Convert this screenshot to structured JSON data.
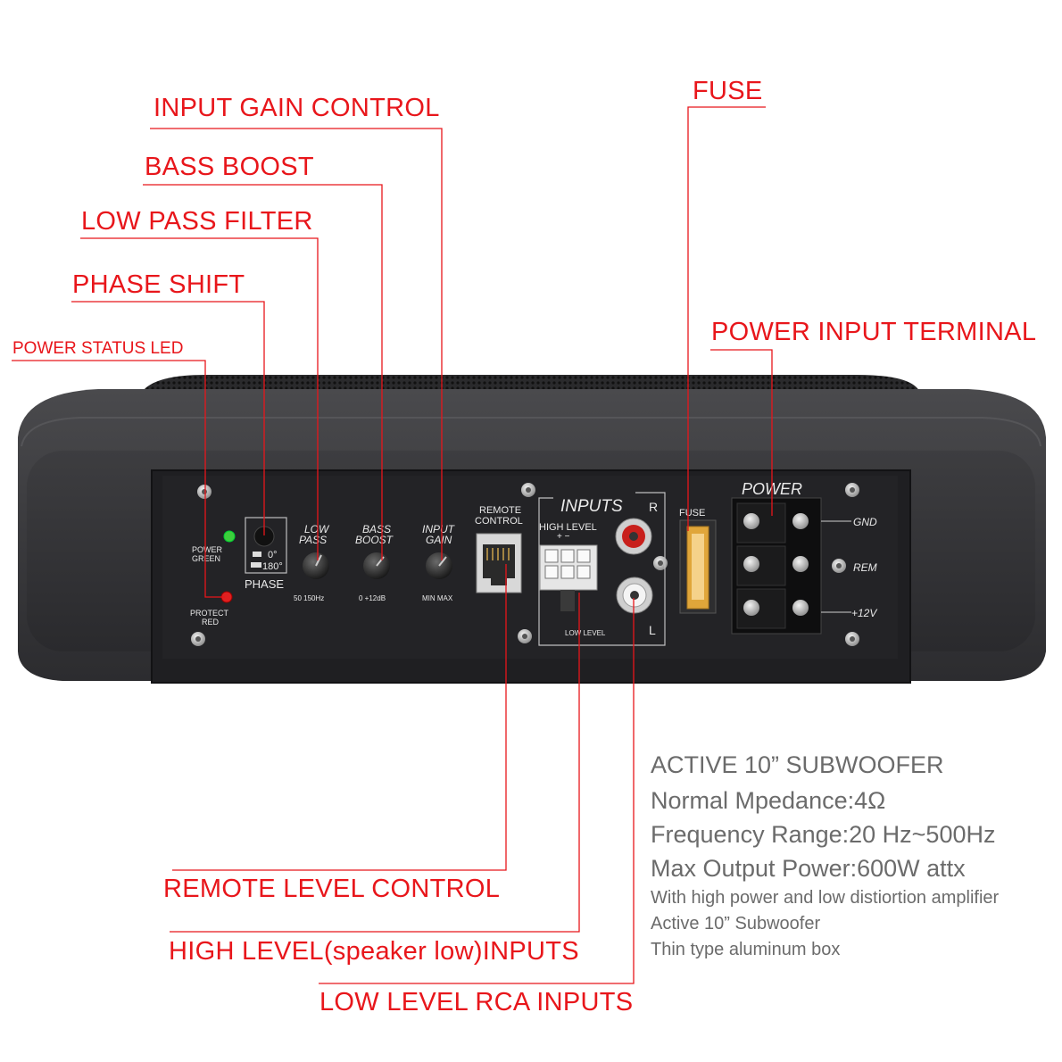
{
  "callouts": {
    "input_gain_control": "INPUT GAIN CONTROL",
    "bass_boost": "BASS BOOST",
    "low_pass_filter": "LOW PASS FILTER",
    "phase_shift": "PHASE SHIFT",
    "power_status_led": "POWER STATUS LED",
    "fuse": "FUSE",
    "power_input_terminal": "POWER INPUT TERMINAL",
    "remote_level_control": "REMOTE LEVEL CONTROL",
    "high_level_inputs": "HIGH LEVEL(speaker low)INPUTS",
    "low_level_rca_inputs": "LOW LEVEL RCA INPUTS"
  },
  "specs": {
    "title": "ACTIVE 10” SUBWOOFER",
    "impedance": "Normal Mpedance:4Ω",
    "frequency": "Frequency Range:20 Hz~500Hz",
    "max_power": "Max Output Power:600W attx",
    "feature_1": "With high power and low distiortion amplifier",
    "feature_2": "Active 10” Subwoofer",
    "feature_3": "Thin type aluminum box"
  },
  "panel": {
    "power_green_1": "POWER",
    "power_green_2": "GREEN",
    "protect_red_1": "PROTECT",
    "protect_red_2": "RED",
    "phase_0": "0°",
    "phase_180": "180°",
    "phase": "PHASE",
    "low_pass_1": "LOW",
    "low_pass_2": "PASS",
    "low_pass_range": "50   150Hz",
    "bass_boost_1": "BASS",
    "bass_boost_2": "BOOST",
    "bass_boost_range": "0   +12dB",
    "input_gain_1": "INPUT",
    "input_gain_2": "GAIN",
    "input_gain_range": "MIN  MAX",
    "remote_1": "REMOTE",
    "remote_2": "CONTROL",
    "inputs": "INPUTS",
    "high_level": "HIGH  LEVEL",
    "plus_minus": "+     −",
    "low_level": "LOW   LEVEL",
    "r": "R",
    "l": "L",
    "fuse": "FUSE",
    "power": "POWER",
    "gnd": "GND",
    "rem": "REM",
    "plus12v": "+12V"
  },
  "colors": {
    "callout_red": "#e8161b",
    "spec_gray": "#6b6b6b",
    "led_green": "#3ccf3c",
    "led_red": "#e02020",
    "fuse_amber": "#e0a63a"
  }
}
